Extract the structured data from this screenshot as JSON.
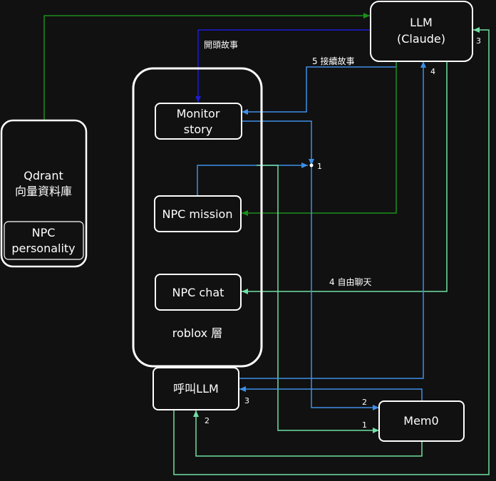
{
  "nodes": {
    "llm": {
      "line1": "LLM",
      "line2": "(Claude)"
    },
    "qdrant": {
      "line1": "Qdrant",
      "line2": "向量資料庫"
    },
    "npc_personality": {
      "line1": "NPC",
      "line2": "personality"
    },
    "monitor_story": {
      "line1": "Monitor",
      "line2": "story"
    },
    "npc_mission": {
      "label": "NPC mission"
    },
    "npc_chat": {
      "label": "NPC chat"
    },
    "roblox_layer": {
      "label": "roblox 層"
    },
    "call_llm": {
      "label": "呼叫LLM"
    },
    "mem0": {
      "label": "Mem0"
    }
  },
  "edge_labels": {
    "open_story": "開頭故事",
    "continue_story": "5 接續故事",
    "free_chat": "4 自由聊天",
    "llm_in_3": "3",
    "llm_in_4": "4",
    "junction_1": "1",
    "mem0_in_2": "2",
    "mem0_in_1": "1",
    "call_in_2": "2",
    "call_out_3": "3"
  },
  "colors": {
    "node_border": "#ffffff",
    "blue": "#3d8fe8",
    "dark_blue": "#1c1cd6",
    "green": "#1a8f1a",
    "mint": "#6fdfa3",
    "text": "#ffffff",
    "background": "#111111"
  }
}
